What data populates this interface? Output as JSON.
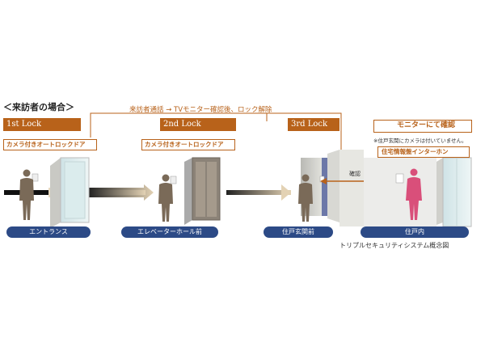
{
  "case_label": "＜来訪者の場合＞",
  "flow_label": "来訪者通話 → TVモニター確認後、ロック解除",
  "locks": [
    {
      "label": "1st Lock"
    },
    {
      "label": "2nd Lock"
    },
    {
      "label": "3rd Lock"
    }
  ],
  "camera_labels": [
    "カメラ付きオートロックドア",
    "カメラ付きオートロックドア"
  ],
  "monitor_label": "モニターにて確認",
  "note": "※住戸玄関にカメラは付いていません。",
  "intercom_label": "住宅情報盤インターホン",
  "confirm_label": "確認",
  "locations": [
    "エントランス",
    "エレベーターホール前",
    "住戸玄関前",
    "住戸内"
  ],
  "caption": "トリプルセキュリティシステム概念図",
  "colors": {
    "accent": "#b8621a",
    "location": "#2c4a86",
    "resident": "#d94f7a",
    "visitor": "#7a6a58"
  },
  "icons": [
    "eye-icon",
    "visitor-figure",
    "resident-figure",
    "door-icon",
    "intercom-icon"
  ]
}
